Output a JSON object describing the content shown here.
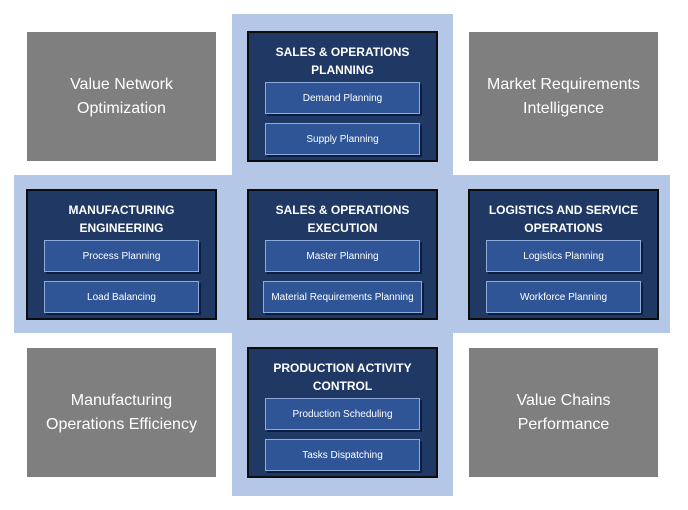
{
  "colors": {
    "cross_background": "#b4c7e7",
    "gray_box": "#7f7f7f",
    "panel_background": "#1f3864",
    "item_background": "#2f5597",
    "item_border": "#8eaadb",
    "text": "#ffffff"
  },
  "outer": {
    "top_left": "Value Network\nOptimization",
    "top_right": "Market Requirements\nIntelligence",
    "bottom_left": "Manufacturing\nOperations Efficiency",
    "bottom_right": "Value Chains\nPerformance"
  },
  "panels": {
    "sop_planning": {
      "title": "SALES & OPERATIONS\nPLANNING",
      "items": [
        "Demand Planning",
        "Supply Planning"
      ]
    },
    "manufacturing_engineering": {
      "title": "MANUFACTURING\nENGINEERING",
      "items": [
        "Process Planning",
        "Load Balancing"
      ]
    },
    "sop_execution": {
      "title": "SALES & OPERATIONS\nEXECUTION",
      "items": [
        "Master Planning",
        "Material Requirements Planning"
      ]
    },
    "logistics_service": {
      "title": "LOGISTICS AND SERVICE\nOPERATIONS",
      "items": [
        "Logistics Planning",
        "Workforce Planning"
      ]
    },
    "production_activity": {
      "title": "PRODUCTION ACTIVITY\nCONTROL",
      "items": [
        "Production Scheduling",
        "Tasks Dispatching"
      ]
    }
  }
}
